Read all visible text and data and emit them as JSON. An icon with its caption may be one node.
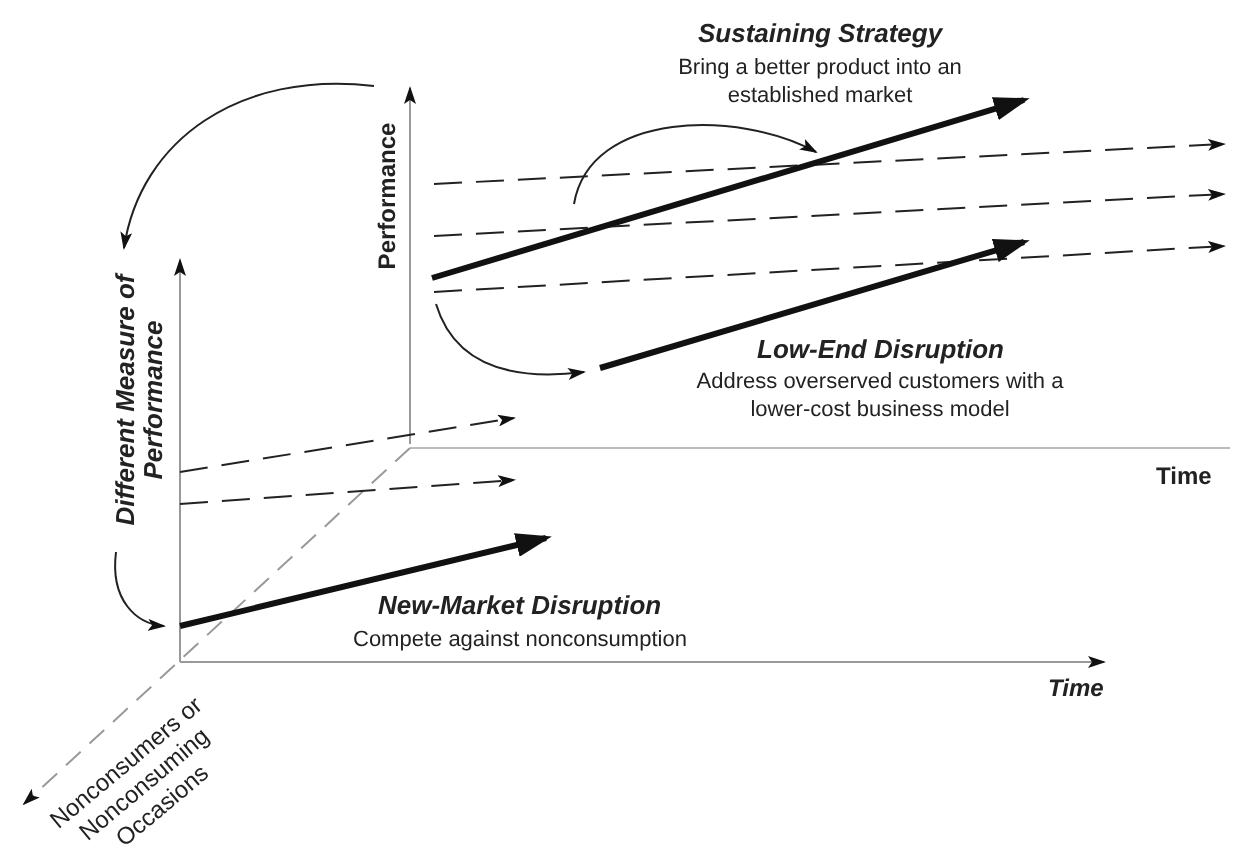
{
  "diagram": {
    "labels": [
      "Sustaining Strategy",
      "Bring a better product into an established market",
      "Performance",
      "Different Measure of Performance",
      "Low-End Disruption",
      "Address overserved customers with a lower-cost business model",
      "Time",
      "New-Market Disruption",
      "Compete against nonconsumption",
      "Time",
      "Nonconsumers or Nonconsuming Occasions"
    ]
  }
}
